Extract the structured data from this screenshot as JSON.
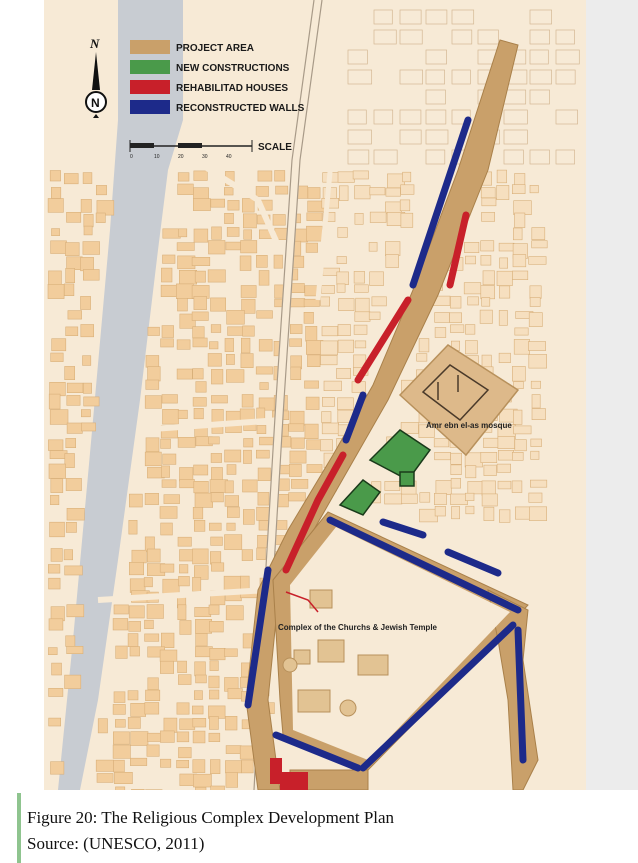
{
  "map": {
    "legend": [
      {
        "label": "PROJECT AREA",
        "color": "#c9a06a"
      },
      {
        "label": "NEW CONSTRUCTIONS",
        "color": "#4a9a4a"
      },
      {
        "label": "REHABILITAD HOUSES",
        "color": "#c8202a"
      },
      {
        "label": "RECONSTRUCTED WALLS",
        "color": "#1d2a8a"
      }
    ],
    "north_label": "N",
    "scale_label": "SCALE",
    "scale_ticks": [
      "0",
      "10",
      "20",
      "30",
      "40"
    ],
    "labels": {
      "mosque": "Amr ebn el-as mosque",
      "complex": "Complex of the Churchs & Jewish Temple"
    },
    "colors": {
      "block_fill": "#f2cd9c",
      "street": "#f7ead6",
      "water": "#c8ccd2",
      "project_area": "#c9a06a",
      "wall": "#1d2a8a",
      "rehab": "#c8202a",
      "new": "#4a9a4a"
    }
  },
  "caption": {
    "line1": "Figure 20: The Religious Complex Development Plan",
    "line2": "Source: (UNESCO, 2011)"
  }
}
